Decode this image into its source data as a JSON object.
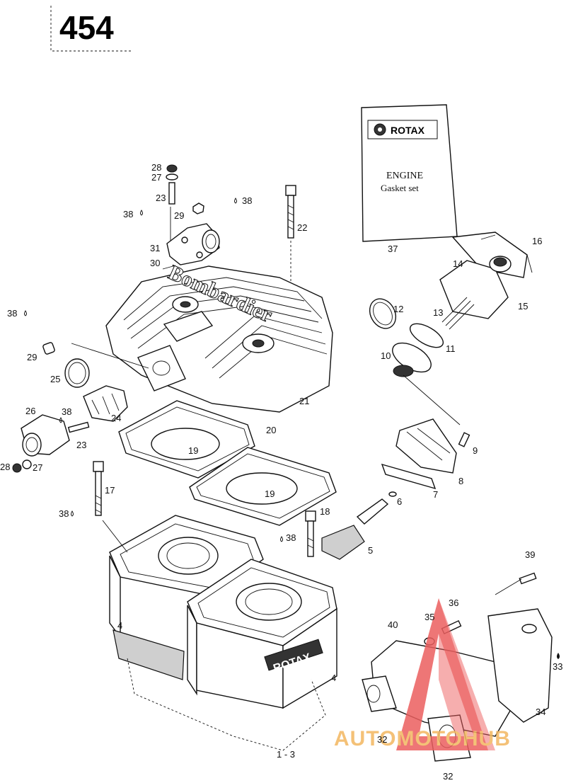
{
  "diagram_number": "454",
  "manual": {
    "brand": "ROTAX",
    "title_line1": "ENGINE",
    "title_line2": "Gasket set"
  },
  "cylinder_cast_text": "ROTAX",
  "head_cast_text": "Bombardier",
  "watermark": "AUTOMOTOHUB",
  "callouts": [
    {
      "id": "c28a",
      "text": "28"
    },
    {
      "id": "c27a",
      "text": "27"
    },
    {
      "id": "c23a",
      "text": "23"
    },
    {
      "id": "c38a",
      "text": "38"
    },
    {
      "id": "c29a",
      "text": "29"
    },
    {
      "id": "c38b",
      "text": "38"
    },
    {
      "id": "c22",
      "text": "22"
    },
    {
      "id": "c31",
      "text": "31"
    },
    {
      "id": "c30",
      "text": "30"
    },
    {
      "id": "c37",
      "text": "37"
    },
    {
      "id": "c16",
      "text": "16"
    },
    {
      "id": "c14",
      "text": "14"
    },
    {
      "id": "c15",
      "text": "15"
    },
    {
      "id": "c12",
      "text": "12"
    },
    {
      "id": "c13",
      "text": "13"
    },
    {
      "id": "c38c",
      "text": "38"
    },
    {
      "id": "c29b",
      "text": "29"
    },
    {
      "id": "c25",
      "text": "25"
    },
    {
      "id": "c10",
      "text": "10"
    },
    {
      "id": "c11",
      "text": "11"
    },
    {
      "id": "c21",
      "text": "21"
    },
    {
      "id": "c26",
      "text": "26"
    },
    {
      "id": "c38d",
      "text": "38"
    },
    {
      "id": "c24",
      "text": "24"
    },
    {
      "id": "c20",
      "text": "20"
    },
    {
      "id": "c19a",
      "text": "19"
    },
    {
      "id": "c23b",
      "text": "23"
    },
    {
      "id": "c9",
      "text": "9"
    },
    {
      "id": "c28b",
      "text": "28"
    },
    {
      "id": "c27b",
      "text": "27"
    },
    {
      "id": "c8",
      "text": "8"
    },
    {
      "id": "c17",
      "text": "17"
    },
    {
      "id": "c19b",
      "text": "19"
    },
    {
      "id": "c7",
      "text": "7"
    },
    {
      "id": "c6",
      "text": "6"
    },
    {
      "id": "c38e",
      "text": "38"
    },
    {
      "id": "c18",
      "text": "18"
    },
    {
      "id": "c38f",
      "text": "38"
    },
    {
      "id": "c5",
      "text": "5"
    },
    {
      "id": "c39",
      "text": "39"
    },
    {
      "id": "c36",
      "text": "36"
    },
    {
      "id": "c35",
      "text": "35"
    },
    {
      "id": "c40",
      "text": "40"
    },
    {
      "id": "c4a",
      "text": "4"
    },
    {
      "id": "c4b",
      "text": "4"
    },
    {
      "id": "c33",
      "text": "33"
    },
    {
      "id": "c34",
      "text": "34"
    },
    {
      "id": "c32a",
      "text": "32"
    },
    {
      "id": "c13b",
      "text": "1 - 3"
    },
    {
      "id": "c32b",
      "text": "32"
    }
  ]
}
